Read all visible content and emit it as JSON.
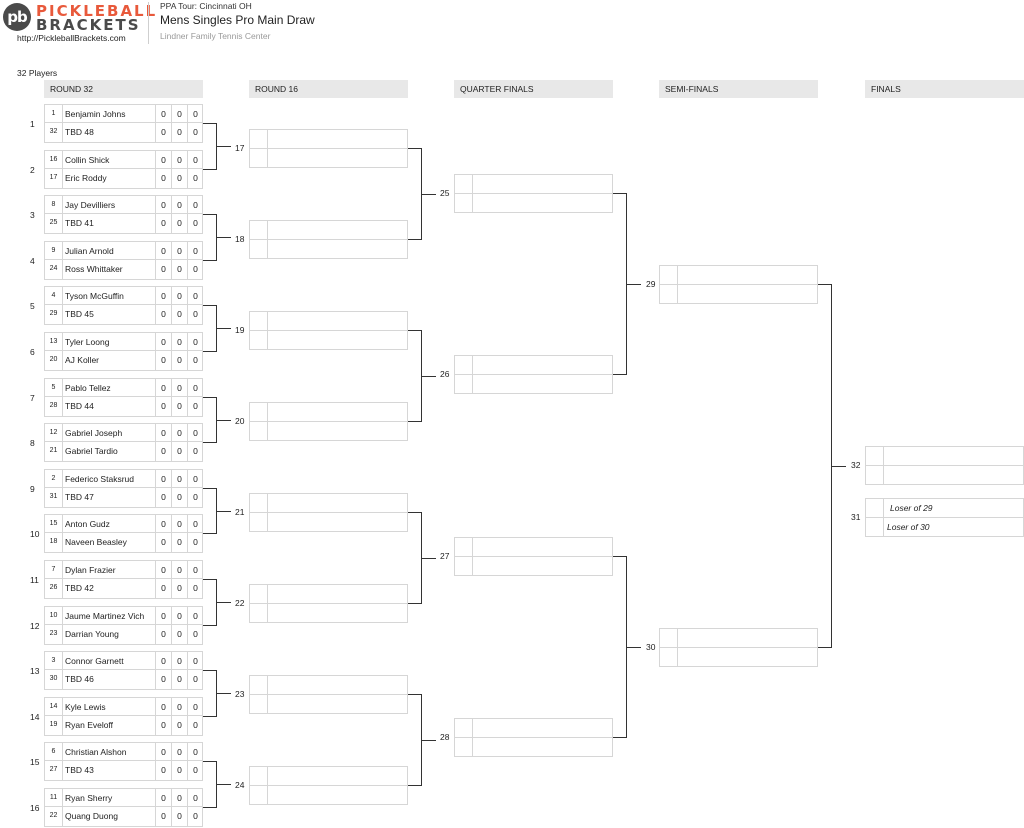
{
  "header": {
    "logo_mark": "pb",
    "logo_word1": "PICKLEBALL",
    "logo_word2": "BRACKETS",
    "site_url": "http://PickleballBrackets.com",
    "tour": "PPA Tour: Cincinnati OH",
    "draw_title": "Mens Singles Pro Main Draw",
    "venue": "Lindner Family Tennis Center"
  },
  "players_count": "32 Players",
  "rounds": [
    "ROUND 32",
    "ROUND 16",
    "QUARTER FINALS",
    "SEMI-FINALS",
    "FINALS"
  ],
  "round32": [
    {
      "num": "1",
      "p": [
        {
          "seed": "1",
          "name": "Benjamin Johns",
          "scores": [
            "0",
            "0",
            "0"
          ]
        },
        {
          "seed": "32",
          "name": "TBD 48",
          "scores": [
            "0",
            "0",
            "0"
          ]
        }
      ]
    },
    {
      "num": "2",
      "p": [
        {
          "seed": "16",
          "name": "Collin Shick",
          "scores": [
            "0",
            "0",
            "0"
          ]
        },
        {
          "seed": "17",
          "name": "Eric Roddy",
          "scores": [
            "0",
            "0",
            "0"
          ]
        }
      ]
    },
    {
      "num": "3",
      "p": [
        {
          "seed": "8",
          "name": "Jay Devilliers",
          "scores": [
            "0",
            "0",
            "0"
          ]
        },
        {
          "seed": "25",
          "name": "TBD 41",
          "scores": [
            "0",
            "0",
            "0"
          ]
        }
      ]
    },
    {
      "num": "4",
      "p": [
        {
          "seed": "9",
          "name": "Julian Arnold",
          "scores": [
            "0",
            "0",
            "0"
          ]
        },
        {
          "seed": "24",
          "name": "Ross Whittaker",
          "scores": [
            "0",
            "0",
            "0"
          ]
        }
      ]
    },
    {
      "num": "5",
      "p": [
        {
          "seed": "4",
          "name": "Tyson McGuffin",
          "scores": [
            "0",
            "0",
            "0"
          ]
        },
        {
          "seed": "29",
          "name": "TBD 45",
          "scores": [
            "0",
            "0",
            "0"
          ]
        }
      ]
    },
    {
      "num": "6",
      "p": [
        {
          "seed": "13",
          "name": "Tyler Loong",
          "scores": [
            "0",
            "0",
            "0"
          ]
        },
        {
          "seed": "20",
          "name": "AJ Koller",
          "scores": [
            "0",
            "0",
            "0"
          ]
        }
      ]
    },
    {
      "num": "7",
      "p": [
        {
          "seed": "5",
          "name": "Pablo Tellez",
          "scores": [
            "0",
            "0",
            "0"
          ]
        },
        {
          "seed": "28",
          "name": "TBD 44",
          "scores": [
            "0",
            "0",
            "0"
          ]
        }
      ]
    },
    {
      "num": "8",
      "p": [
        {
          "seed": "12",
          "name": "Gabriel Joseph",
          "scores": [
            "0",
            "0",
            "0"
          ]
        },
        {
          "seed": "21",
          "name": "Gabriel Tardio",
          "scores": [
            "0",
            "0",
            "0"
          ]
        }
      ]
    },
    {
      "num": "9",
      "p": [
        {
          "seed": "2",
          "name": "Federico Staksrud",
          "scores": [
            "0",
            "0",
            "0"
          ]
        },
        {
          "seed": "31",
          "name": "TBD 47",
          "scores": [
            "0",
            "0",
            "0"
          ]
        }
      ]
    },
    {
      "num": "10",
      "p": [
        {
          "seed": "15",
          "name": "Anton Gudz",
          "scores": [
            "0",
            "0",
            "0"
          ]
        },
        {
          "seed": "18",
          "name": "Naveen Beasley",
          "scores": [
            "0",
            "0",
            "0"
          ]
        }
      ]
    },
    {
      "num": "11",
      "p": [
        {
          "seed": "7",
          "name": "Dylan Frazier",
          "scores": [
            "0",
            "0",
            "0"
          ]
        },
        {
          "seed": "26",
          "name": "TBD 42",
          "scores": [
            "0",
            "0",
            "0"
          ]
        }
      ]
    },
    {
      "num": "12",
      "p": [
        {
          "seed": "10",
          "name": "Jaume Martinez Vich",
          "scores": [
            "0",
            "0",
            "0"
          ]
        },
        {
          "seed": "23",
          "name": "Darrian Young",
          "scores": [
            "0",
            "0",
            "0"
          ]
        }
      ]
    },
    {
      "num": "13",
      "p": [
        {
          "seed": "3",
          "name": "Connor Garnett",
          "scores": [
            "0",
            "0",
            "0"
          ]
        },
        {
          "seed": "30",
          "name": "TBD 46",
          "scores": [
            "0",
            "0",
            "0"
          ]
        }
      ]
    },
    {
      "num": "14",
      "p": [
        {
          "seed": "14",
          "name": "Kyle Lewis",
          "scores": [
            "0",
            "0",
            "0"
          ]
        },
        {
          "seed": "19",
          "name": "Ryan Eveloff",
          "scores": [
            "0",
            "0",
            "0"
          ]
        }
      ]
    },
    {
      "num": "15",
      "p": [
        {
          "seed": "6",
          "name": "Christian Alshon",
          "scores": [
            "0",
            "0",
            "0"
          ]
        },
        {
          "seed": "27",
          "name": "TBD 43",
          "scores": [
            "0",
            "0",
            "0"
          ]
        }
      ]
    },
    {
      "num": "16",
      "p": [
        {
          "seed": "11",
          "name": "Ryan Sherry",
          "scores": [
            "0",
            "0",
            "0"
          ]
        },
        {
          "seed": "22",
          "name": "Quang Duong",
          "scores": [
            "0",
            "0",
            "0"
          ]
        }
      ]
    }
  ],
  "round16_nums": [
    "17",
    "18",
    "19",
    "20",
    "21",
    "22",
    "23",
    "24"
  ],
  "qf_nums": [
    "25",
    "26",
    "27",
    "28"
  ],
  "sf_nums": [
    "29",
    "30"
  ],
  "finals": {
    "final_num": "32",
    "third_num": "31",
    "third_p1": "Loser of 29",
    "third_p2": "Loser of 30"
  }
}
